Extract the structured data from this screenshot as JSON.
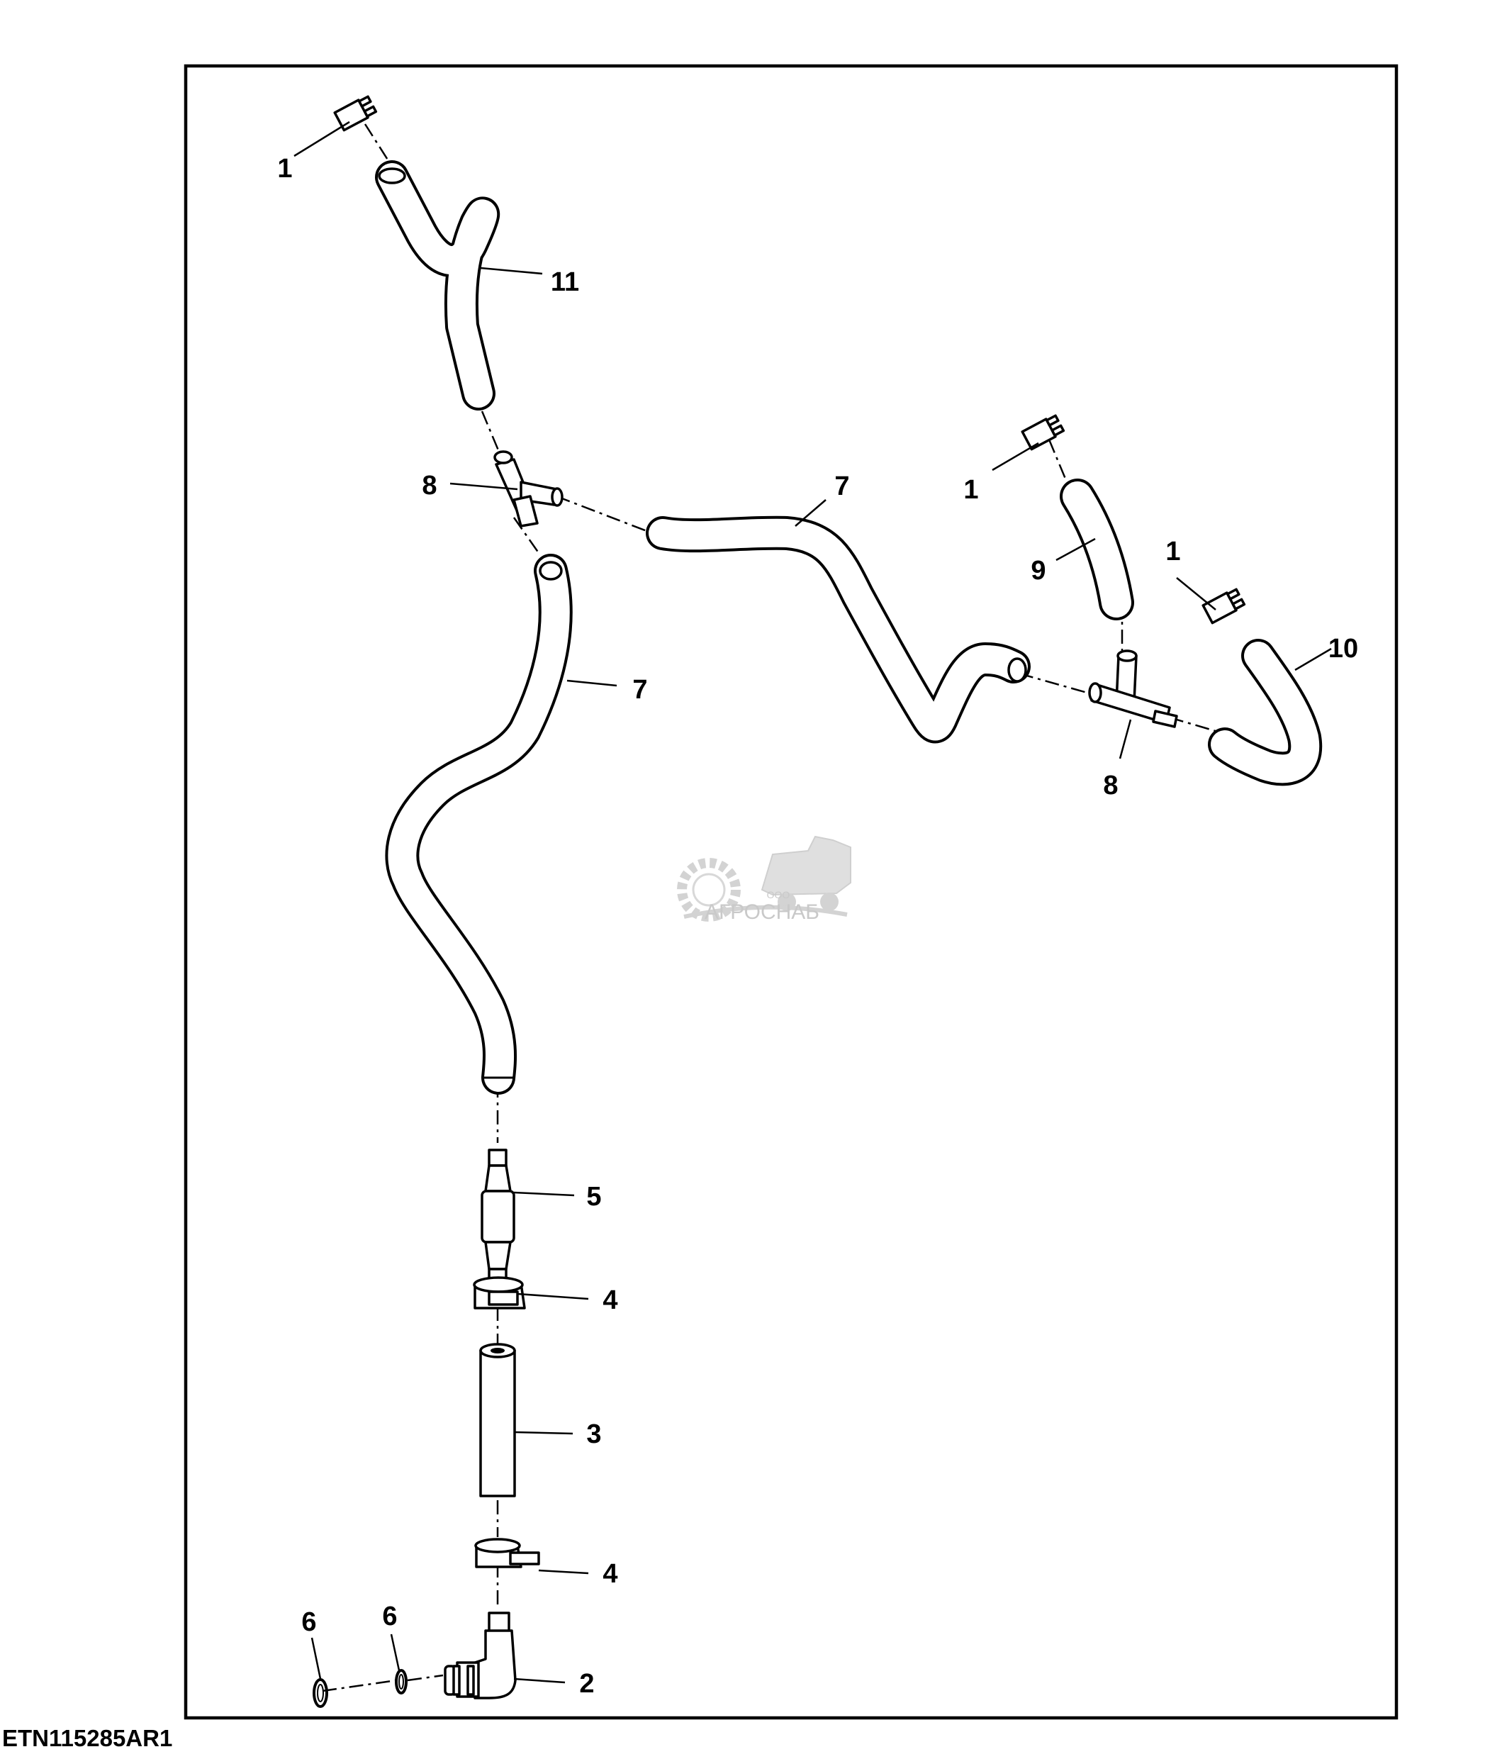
{
  "figure_id": "ETN115285AR1",
  "watermark": {
    "small": "ООО",
    "brand": "АГРОСНАБ"
  },
  "callouts": [
    {
      "id": "c1a",
      "text": "1"
    },
    {
      "id": "c11",
      "text": "11"
    },
    {
      "id": "c8a",
      "text": "8"
    },
    {
      "id": "c7a",
      "text": "7"
    },
    {
      "id": "c1b",
      "text": "1"
    },
    {
      "id": "c9",
      "text": "9"
    },
    {
      "id": "c1c",
      "text": "1"
    },
    {
      "id": "c10",
      "text": "10"
    },
    {
      "id": "c7b",
      "text": "7"
    },
    {
      "id": "c8b",
      "text": "8"
    },
    {
      "id": "c5",
      "text": "5"
    },
    {
      "id": "c4a",
      "text": "4"
    },
    {
      "id": "c3",
      "text": "3"
    },
    {
      "id": "c4b",
      "text": "4"
    },
    {
      "id": "c6a",
      "text": "6"
    },
    {
      "id": "c6b",
      "text": "6"
    },
    {
      "id": "c2",
      "text": "2"
    }
  ]
}
